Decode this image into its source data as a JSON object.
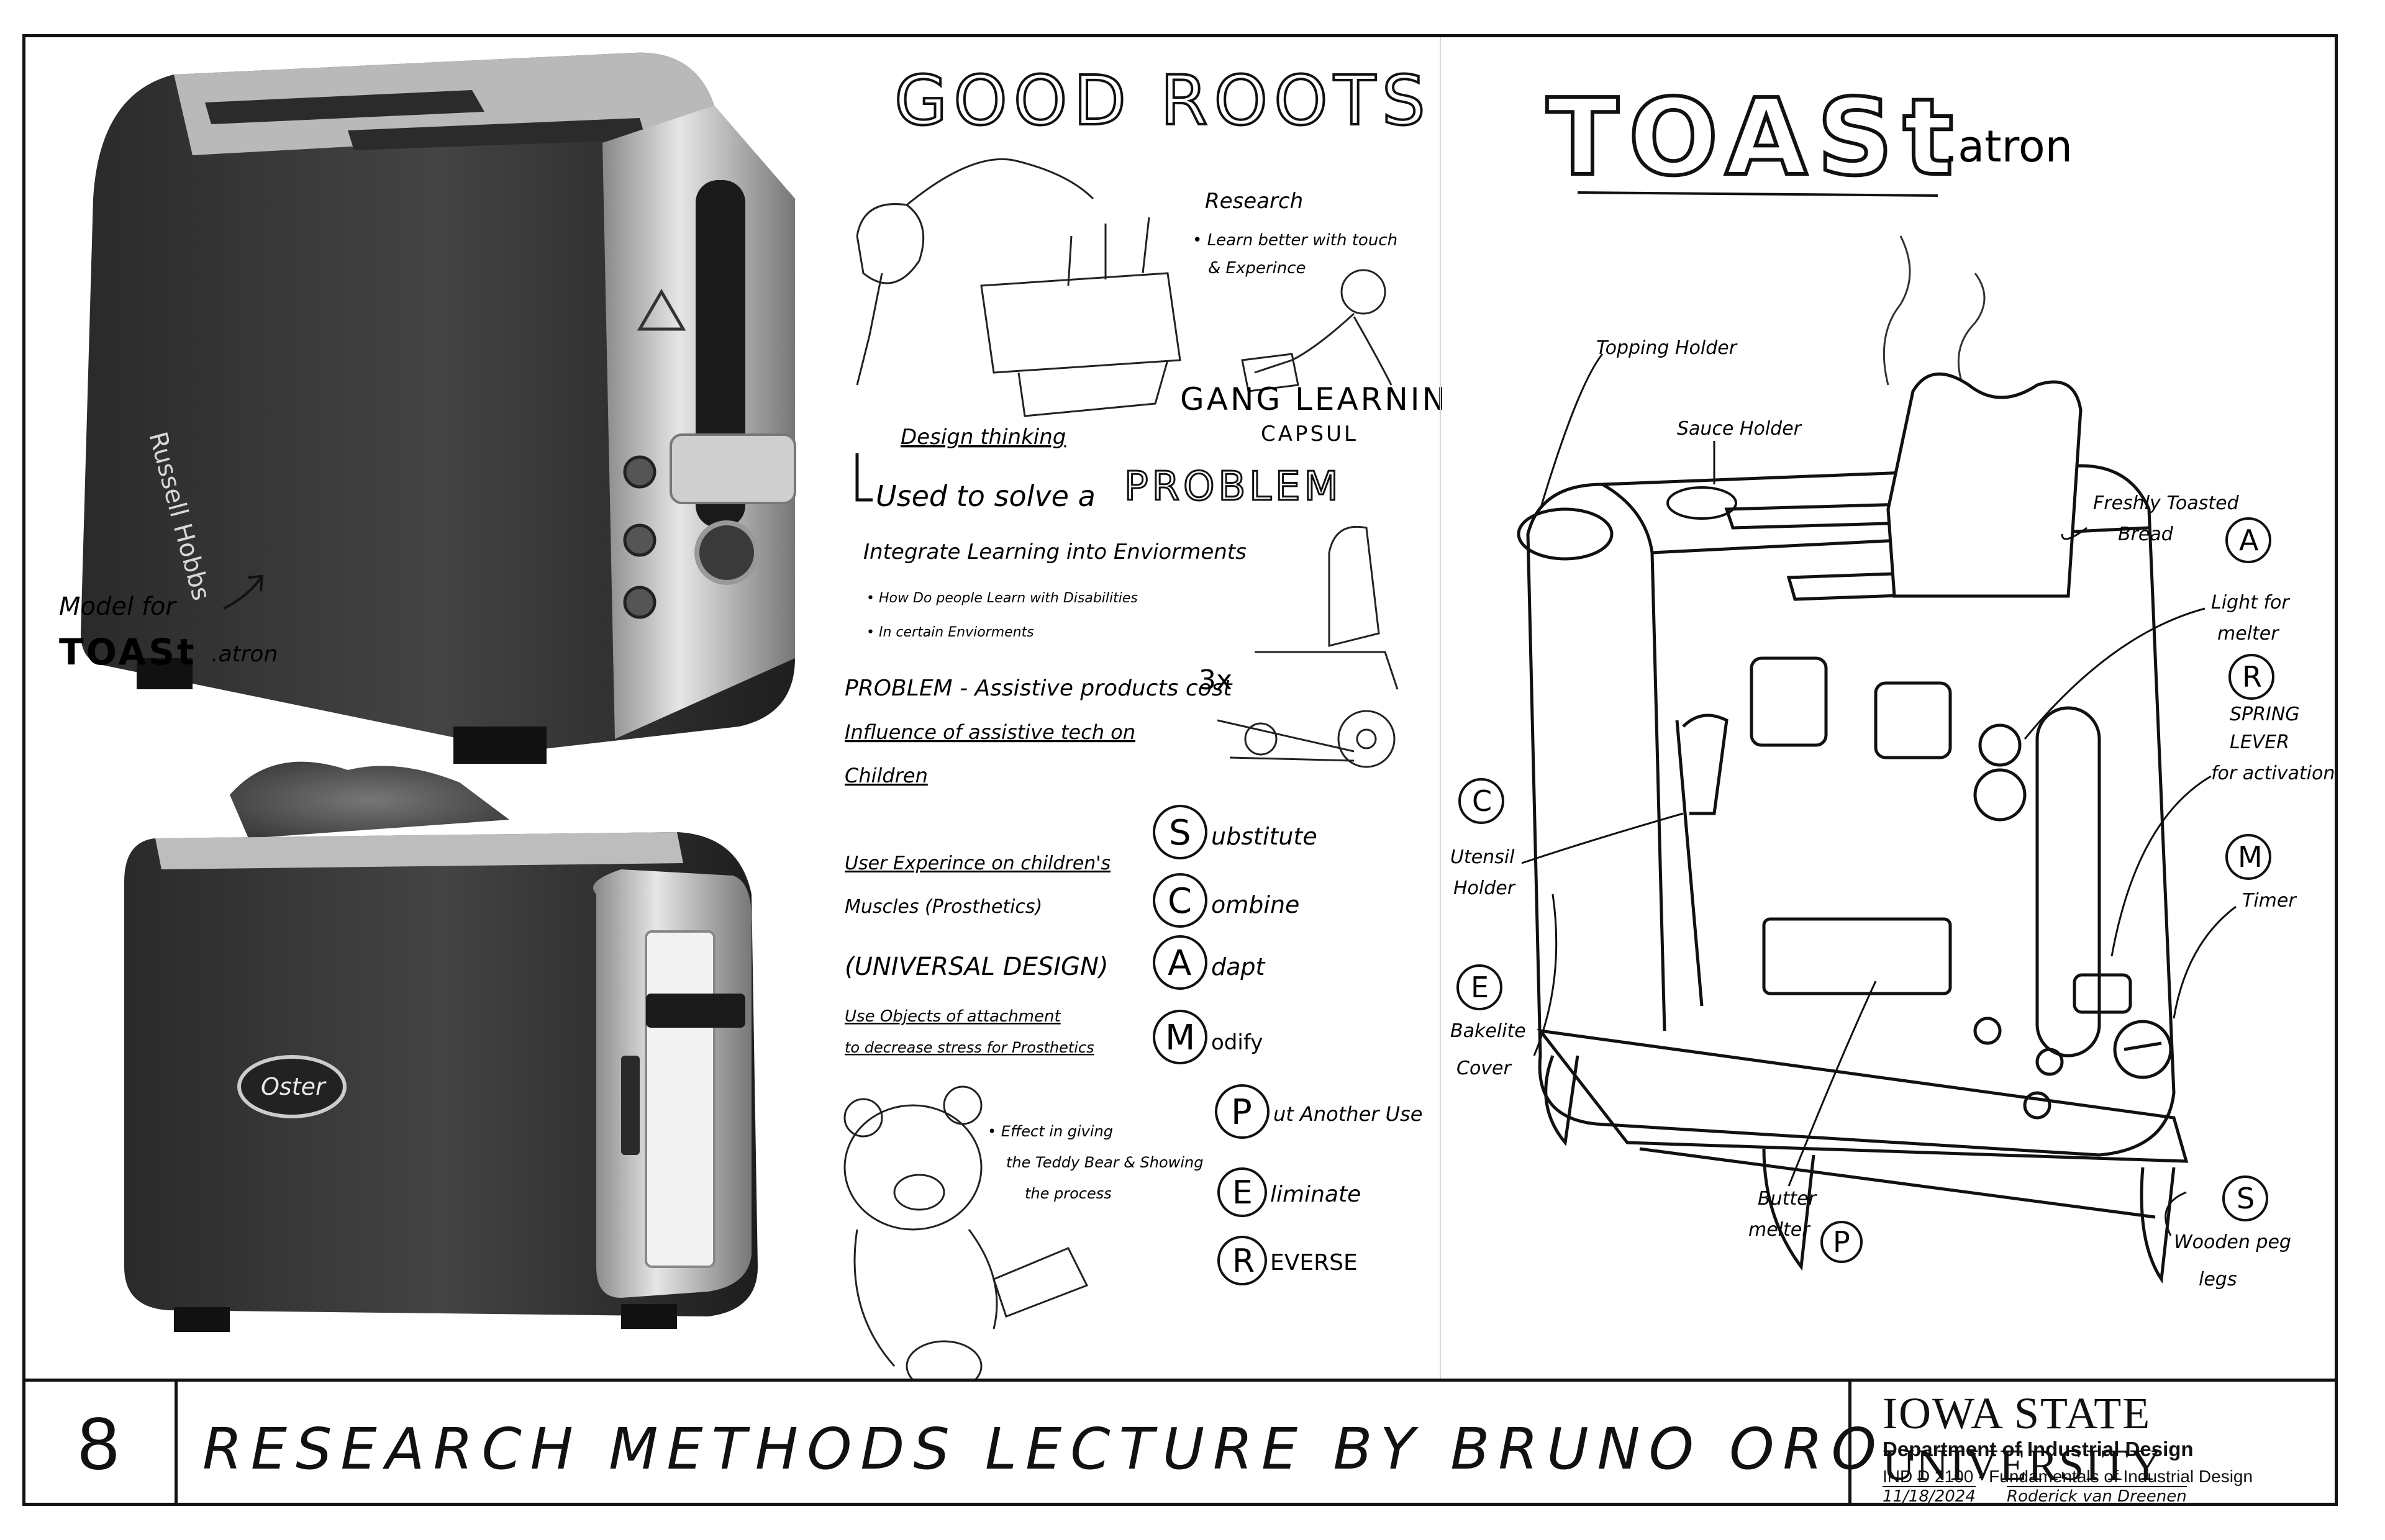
{
  "left_panel": {
    "toaster1_brand": "Russell Hobbs",
    "toaster2_brand": "Oster",
    "model_note_line1": "Model for",
    "model_note_line2": "TOASt",
    "model_note_suffix": ".atron"
  },
  "good_roots": {
    "title": "GOOD ROOTS",
    "research_title": "Research",
    "research_bullet1": "• Learn better with touch",
    "research_bullet2": "& Experince",
    "gang_learning": "GANG LEARNING",
    "capsul": "CAPSUL",
    "design_thinking": "Design thinking",
    "used_to_solve": "Used to solve a",
    "problem_word": "PROBLEM",
    "integrate": "Integrate Learning into Enviorments",
    "bullet_how": "• How Do people Learn with Disabilities",
    "bullet_certain": "• In certain Enviorments",
    "problem_cost": "PROBLEM - Assistive products cost",
    "cost_note": "3x",
    "influence_line1": "Influence of assistive tech on",
    "influence_line2": "Children",
    "user_exp_line1": "User Experince on children's",
    "user_exp_line2": "Muscles (Prosthetics)",
    "universal_design": "(UNIVERSAL DESIGN)",
    "use_objects_line1": "Use Objects of attachment",
    "use_objects_line2": "to decrease stress for Prosthetics",
    "effect_line1": "• Effect in giving",
    "effect_line2": "the Teddy Bear & Showing",
    "effect_line3": "the process",
    "scamper": [
      {
        "letter": "S",
        "rest": "ubstitute"
      },
      {
        "letter": "C",
        "rest": "ombine"
      },
      {
        "letter": "A",
        "rest": "dapt"
      },
      {
        "letter": "M",
        "rest": "odify"
      },
      {
        "letter": "P",
        "rest": "ut Another Use"
      },
      {
        "letter": "E",
        "rest": "liminate"
      },
      {
        "letter": "R",
        "rest": "EVERSE"
      }
    ]
  },
  "toastatron": {
    "title": "TOASt",
    "title_suffix": ".atron",
    "labels": {
      "topping_holder": "Topping Holder",
      "sauce_holder": "Sauce Holder",
      "bread_line1": "Freshly Toasted",
      "bread_line2": "Bread",
      "light_line1": "Light for",
      "light_line2": "melter",
      "spring_line1": "SPRING",
      "spring_line2": "LEVER",
      "spring_line3": "for activation",
      "timer": "Timer",
      "utensil_line1": "Utensil",
      "utensil_line2": "Holder",
      "bakelite_line1": "Bakelite",
      "bakelite_line2": "Cover",
      "butter_line1": "Butter",
      "butter_line2": "melter",
      "legs_line1": "Wooden peg",
      "legs_line2": "legs",
      "letter_a": "A",
      "letter_r": "R",
      "letter_m": "M",
      "letter_s": "S",
      "letter_c": "C",
      "letter_e": "E",
      "letter_p": "P"
    }
  },
  "title_block": {
    "sheet_number": "8",
    "lecture_title": "RESEARCH METHODS LECTURE BY BRUNO ORO",
    "university": "IOWA STATE UNIVERSITY",
    "department": "Department of Industrial Design",
    "course": "IND D 2100 - Fundamentals of Industrial Design",
    "date": "11/18/2024",
    "author": "Roderick van Dreenen"
  }
}
